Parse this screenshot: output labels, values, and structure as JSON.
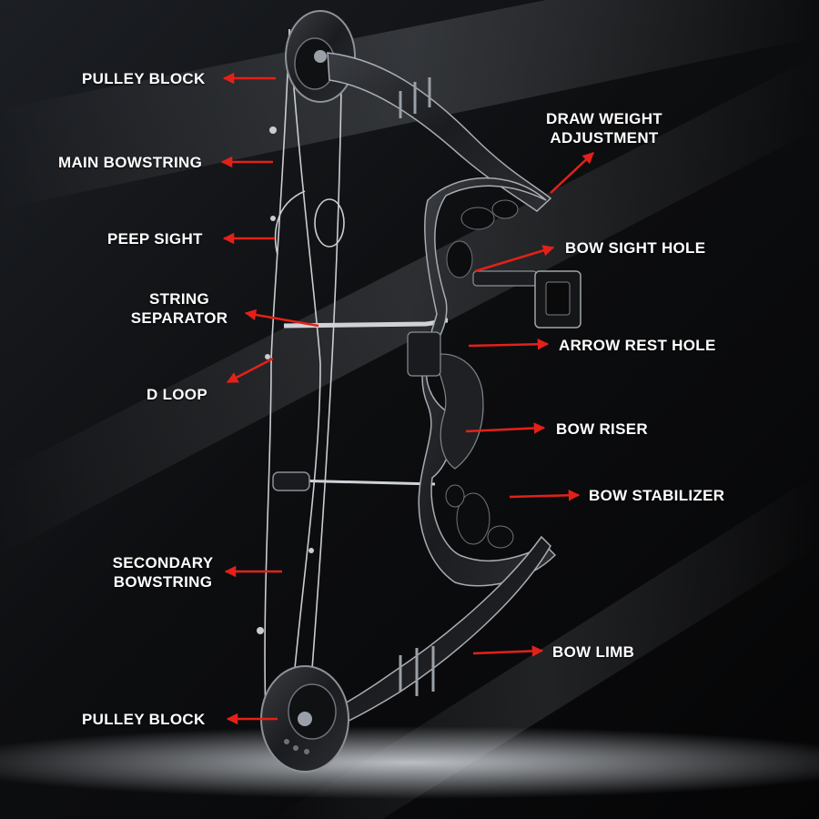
{
  "accent_color": "#e32119",
  "labels": {
    "pulley_block_top": "PULLEY BLOCK",
    "main_bowstring": "MAIN BOWSTRING",
    "peep_sight": "PEEP SIGHT",
    "string_separator_1": "STRING",
    "string_separator_2": "SEPARATOR",
    "d_loop": "D LOOP",
    "secondary_bowstring_1": "SECONDARY",
    "secondary_bowstring_2": "BOWSTRING",
    "pulley_block_bottom": "PULLEY BLOCK",
    "draw_weight_1": "DRAW WEIGHT",
    "draw_weight_2": "ADJUSTMENT",
    "bow_sight_hole": "BOW SIGHT HOLE",
    "arrow_rest_hole": "ARROW REST HOLE",
    "bow_riser": "BOW RISER",
    "bow_stabilizer": "BOW STABILIZER",
    "bow_limb": "BOW LIMB"
  }
}
